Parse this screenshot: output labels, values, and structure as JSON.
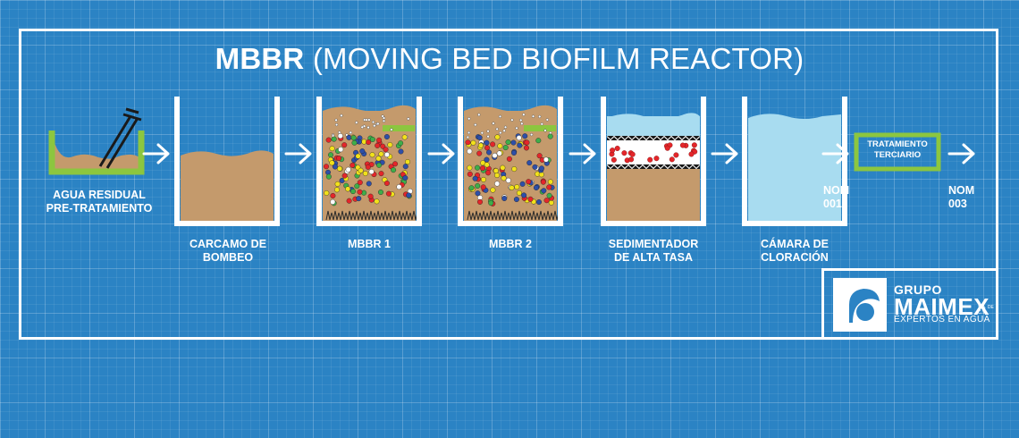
{
  "title": {
    "bold": "MBBR",
    "rest": "(MOVING BED BIOFILM REACTOR)"
  },
  "stages": [
    {
      "id": "agua-residual",
      "label": "AGUA RESIDUAL\nPRE-TRATAMIENTO"
    },
    {
      "id": "carcamo",
      "label": "CARCAMO DE\nBOMBEO"
    },
    {
      "id": "mbbr1",
      "label": "MBBR 1"
    },
    {
      "id": "mbbr2",
      "label": "MBBR 2"
    },
    {
      "id": "sedimentador",
      "label": "SEDIMENTADOR\nDE ALTA TASA"
    },
    {
      "id": "camara",
      "label": "CÁMARA DE\nCLORACIÓN"
    },
    {
      "id": "terciario",
      "label": "TRATAMIENTO\nTERCIARIO"
    }
  ],
  "nom": [
    "NOM\n001",
    "NOM\n003"
  ],
  "logo": {
    "line1": "GRUPO",
    "line2": "MAIMEX",
    "small": "S.A. DE C.V.",
    "tagline": "EXPERTOS EN AGUA"
  },
  "colors": {
    "background": "#2b83c4",
    "accent_green": "#8cc63f",
    "sludge": "#c49a6c",
    "water": "#a8dcf0",
    "frame": "#ffffff"
  },
  "icons": [
    "arrow-right-icon",
    "pipe-icon",
    "maimex-logo-icon"
  ]
}
